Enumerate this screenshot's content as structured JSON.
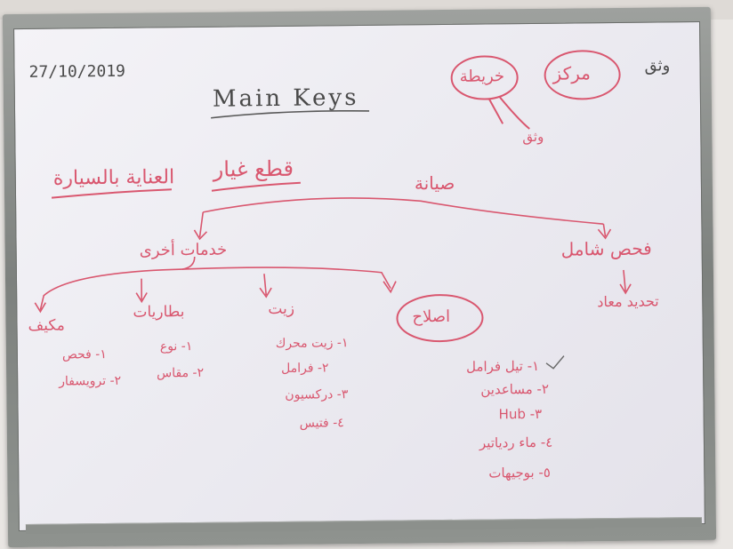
{
  "whiteboard": {
    "date": "27/10/2019",
    "heading": "Main Keys",
    "top_left_note": "وثق",
    "oval_right": "مركز",
    "oval_left": "خريطة",
    "under_oval": "وثق",
    "left_title": "العناية بالسيارة",
    "center_title": "قطع غيار",
    "root": "صيانة",
    "branch_left": "خدمات أخرى",
    "branch_right": "فحص شامل",
    "right_child": "تحديد معاد",
    "categories": [
      {
        "label": "مكيف",
        "items": [
          "١- فحص",
          "٢- ترويسفار"
        ]
      },
      {
        "label": "بطاريات",
        "items": [
          "١- نوع",
          "٢- مقاس"
        ]
      },
      {
        "label": "زيت",
        "items": [
          "١- زيت محرك",
          "٢- فرامل",
          "٣- دركسيون",
          "٤- فتيس"
        ]
      },
      {
        "label": "اصلاح",
        "items": [
          "١- تيل فرامل",
          "٢- مساعدين",
          "٣- Hub",
          "٤- ماء ردياتير",
          "٥- بوجيهات"
        ]
      }
    ],
    "ink_color": "#d9576f"
  }
}
